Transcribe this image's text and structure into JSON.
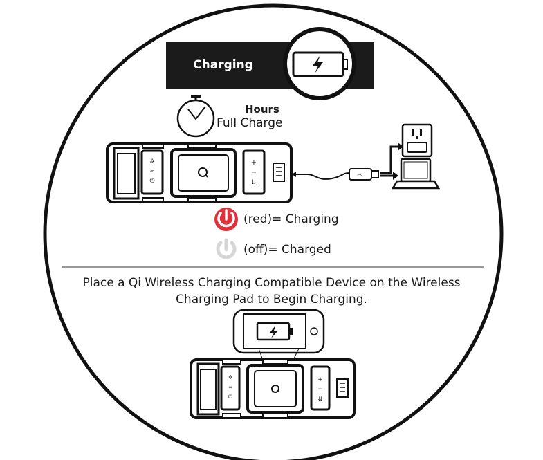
{
  "header": {
    "label": "Charging"
  },
  "timer": {
    "hours_label": "Hours",
    "full_charge_label": "Full Charge"
  },
  "legend": {
    "charging": "(red)= Charging",
    "charged": "(off)= Charged",
    "charging_color": "#e0313a",
    "charged_color": "#d6d6d6"
  },
  "instruction": {
    "line1": "Place a Qi Wireless Charging Compatible Device on the Wireless",
    "line2": "Charging Pad to Begin Charging."
  },
  "icons": [
    "stopwatch-icon",
    "battery-charging-icon",
    "wall-outlet-icon",
    "laptop-icon",
    "usb-cable-icon",
    "power-icon",
    "qi-icon",
    "phone-icon"
  ]
}
